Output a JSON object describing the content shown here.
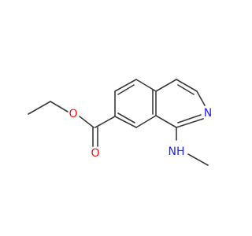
{
  "molecule": {
    "atoms": [
      {
        "id": "O_carbonyl",
        "label": "O",
        "color": "#ff0d0d"
      },
      {
        "id": "O_ester",
        "label": "O",
        "color": "#ff0d0d"
      },
      {
        "id": "N_ring",
        "label": "N",
        "color": "#1f1fff"
      },
      {
        "id": "NH",
        "label": "NH",
        "color": "#1f1fff"
      }
    ],
    "colors": {
      "bond": "#3b3b3b"
    }
  }
}
